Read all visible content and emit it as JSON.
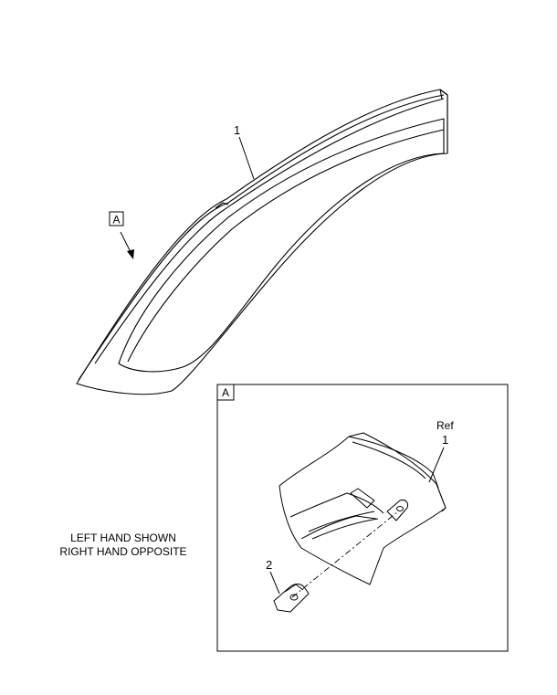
{
  "callouts": {
    "item_1_main": "1",
    "view_a_flag": "A",
    "detail_a_label": "A",
    "ref_text": "Ref",
    "item_1_detail": "1",
    "item_2_detail": "2"
  },
  "note": {
    "line1": "LEFT HAND SHOWN",
    "line2": "RIGHT HAND OPPOSITE"
  },
  "colors": {
    "line": "#000000",
    "background": "#ffffff"
  }
}
